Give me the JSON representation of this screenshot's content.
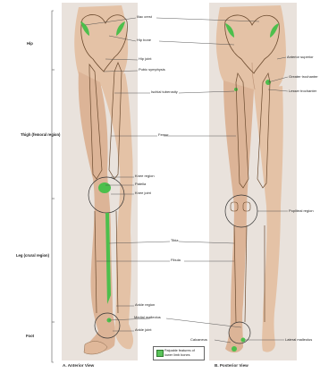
{
  "colors": {
    "background_panel": "#e9e2dc",
    "skin": "#e4c2a6",
    "bone_outline": "#6b4a2e",
    "palpable": "#4cbf4c",
    "label_line": "#4a4a4a"
  },
  "regions": {
    "hip": "Hip",
    "thigh": "Thigh (femoral region)",
    "leg": "Leg (crural region)",
    "foot": "Foot"
  },
  "labels": {
    "iliac_crest": "Iliac crest",
    "hip_bone": "Hip bone",
    "hip_joint": "Hip joint",
    "pubic_symphysis": "Pubic symphysis",
    "ischial_tuberosity": "Ischial tuberosity",
    "femur": "Femur",
    "knee_region": "Knee region",
    "patella": "Patella",
    "knee_joint": "Knee joint",
    "tibia": "Tibia",
    "fibula": "Fibula",
    "ankle_region": "Ankle region",
    "medial_malleolus": "Medial malleolus",
    "ankle_joint": "Ankle joint",
    "calcaneus": "Calcaneus",
    "anterior_superior": "Anterior superior",
    "greater_trochanter": "Greater trochanter",
    "lesser_trochanter": "Lesser trochanter",
    "popliteal_region": "Popliteal region",
    "lateral_malleolus": "Lateral malleolus"
  },
  "views": {
    "anterior": "A. Anterior View",
    "posterior": "B. Posterior View"
  },
  "legend": {
    "text": "Palpable features of lower limb bones"
  }
}
